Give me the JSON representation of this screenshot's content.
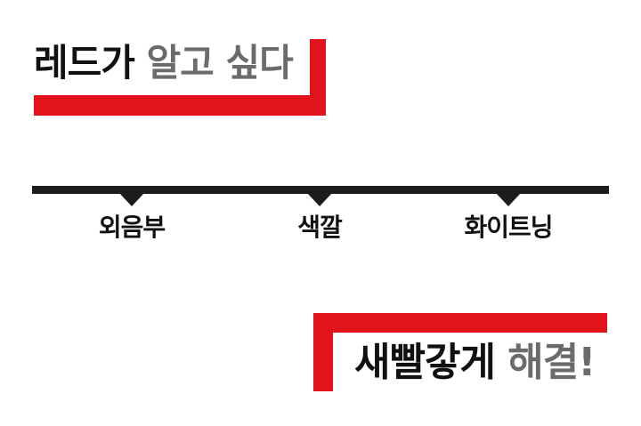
{
  "header": {
    "part1": "레드가",
    "part2": "알고 싶다"
  },
  "timeline": {
    "items": [
      {
        "label": "외음부"
      },
      {
        "label": "색깔"
      },
      {
        "label": "화이트닝"
      }
    ]
  },
  "footer": {
    "part1": "새빨갛게",
    "part2": "해결!"
  },
  "colors": {
    "accent": "#e3131b",
    "dark": "#1c1c1c",
    "gray": "#6b6b6b"
  }
}
